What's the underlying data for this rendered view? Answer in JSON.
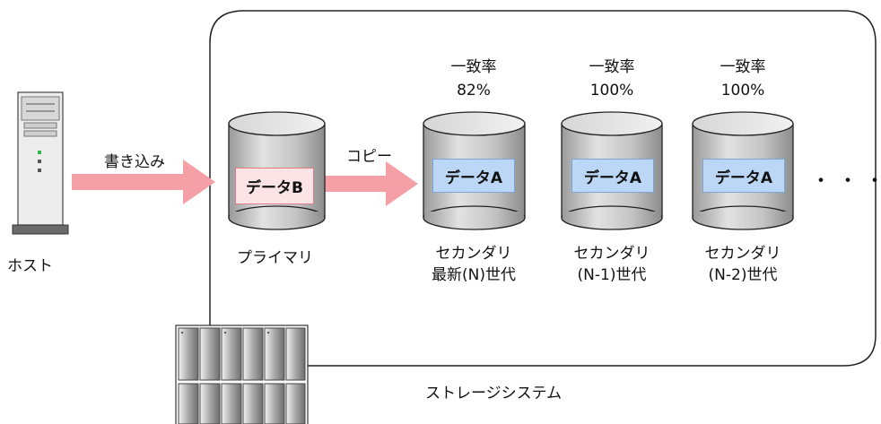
{
  "host": {
    "label": "ホスト"
  },
  "write_arrow": {
    "label": "書き込み"
  },
  "copy_arrow": {
    "label": "コピー"
  },
  "storage": {
    "label": "ストレージシステム"
  },
  "primary": {
    "label": "プライマリ",
    "data_label": "データB"
  },
  "secondaries": [
    {
      "match_title": "一致率",
      "match_value": "82%",
      "data_label": "データA",
      "label_line1": "セカンダリ",
      "label_line2": "最新(N)世代"
    },
    {
      "match_title": "一致率",
      "match_value": "100%",
      "data_label": "データA",
      "label_line1": "セカンダリ",
      "label_line2": "(N-1)世代"
    },
    {
      "match_title": "一致率",
      "match_value": "100%",
      "data_label": "データA",
      "label_line1": "セカンダリ",
      "label_line2": "(N-2)世代"
    }
  ],
  "ellipsis": "・・・",
  "colors": {
    "arrow": "#f4a0a6",
    "data_b_fill": "#fbe3e6",
    "data_a_fill": "#bcd7f5",
    "cylinder_gray": "#c9c9c9"
  }
}
